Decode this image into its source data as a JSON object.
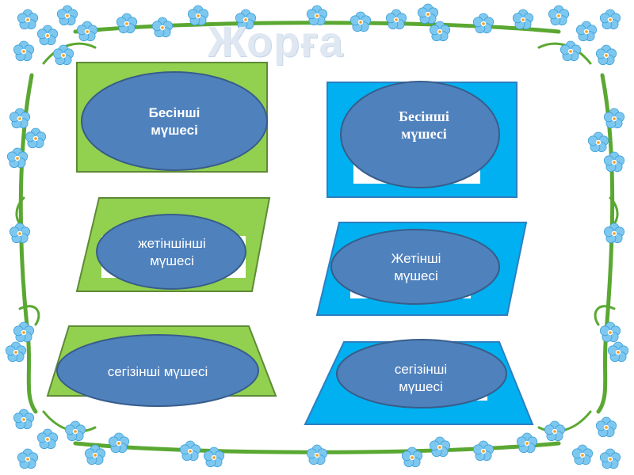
{
  "title": "Жорға",
  "cards": [
    {
      "label_1": "Бесінші",
      "label_2": "мүшесі",
      "color": "#92d050"
    },
    {
      "label_1": "Бесінші",
      "label_2": "мүшесі",
      "color": "#00b0f0"
    },
    {
      "label_1": "жетіншінші",
      "label_2": "мүшесі",
      "color": "#92d050"
    },
    {
      "label_1": "Жетінші",
      "label_2": "мүшесі",
      "color": "#00b0f0"
    },
    {
      "label_1": "сегізінші мүшесі",
      "color": "#92d050"
    },
    {
      "label_1": "сегізінші",
      "label_2": "мүшесі",
      "color": "#00b0f0"
    }
  ],
  "colors": {
    "ellipse_fill": "#4f81bd",
    "ellipse_stroke": "#385d8a",
    "vine": "#5aa832",
    "flower": "#7ec8f0"
  }
}
